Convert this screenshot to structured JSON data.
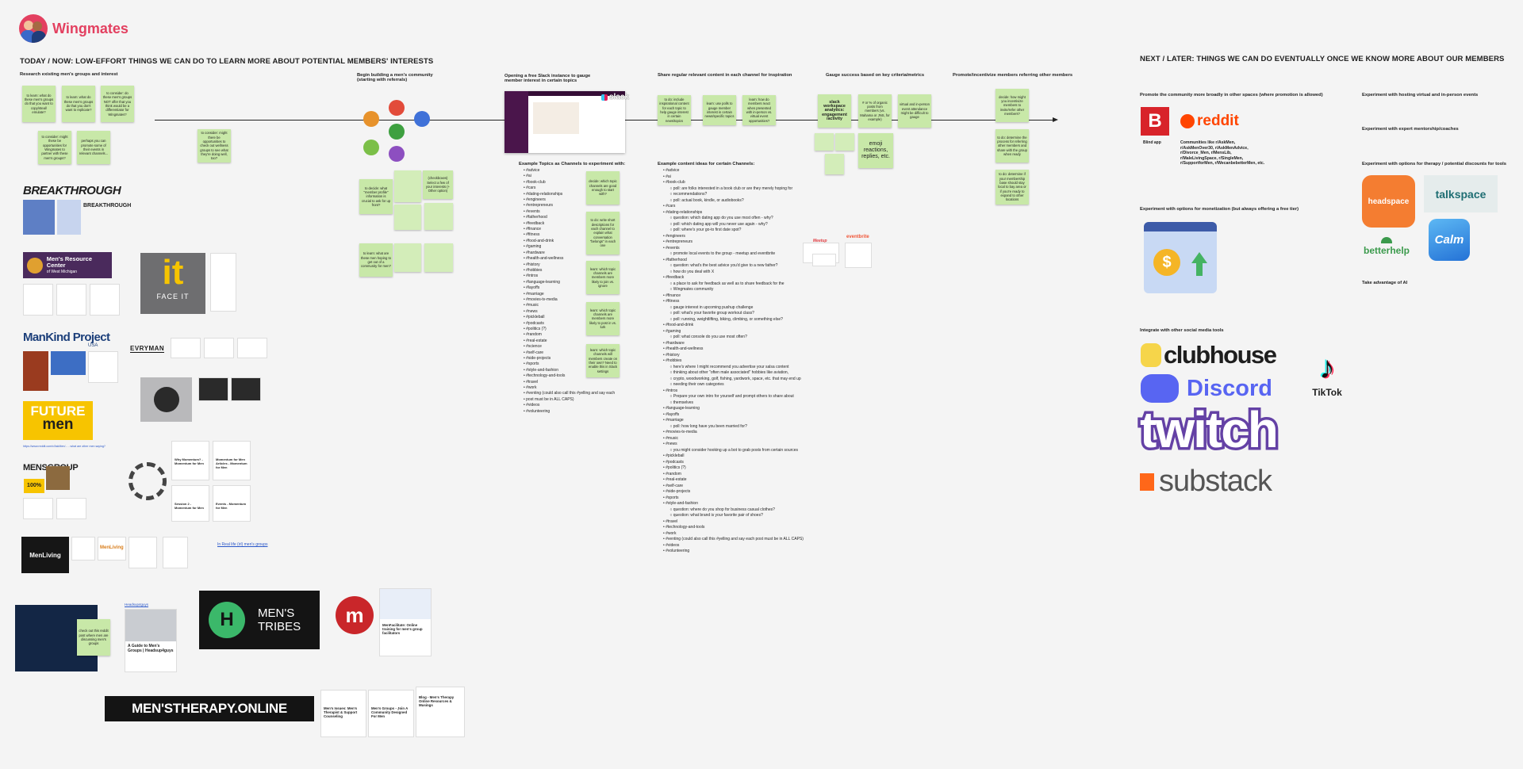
{
  "app": {
    "name": "Wingmates"
  },
  "colors": {
    "brand": "#e34060",
    "sticky": "#c8e8a8",
    "slack": "#4a154b",
    "reddit": "#ff4500",
    "discord": "#5865f2",
    "twitch": "#6441a5",
    "blind": "#d8232a",
    "headspace": "#f47d31",
    "talkspace": "#3e9e9e"
  },
  "left": {
    "heading": "TODAY / NOW: LOW-EFFORT THINGS WE CAN DO TO LEARN MORE ABOUT POTENTIAL MEMBERS' INTERESTS",
    "sections": {
      "research": "Research existing men's groups and interest",
      "build": "Begin building a men's community (starting with referrals)",
      "slack": "Opening a free Slack instance to gauge member interest in certain topics",
      "share": "Share regular relevant content in each channel for inspiration",
      "gauge": "Gauge success based on key criteria/metrics",
      "promote": "Promote/incentivize members referring other members"
    }
  },
  "right": {
    "heading": "NEXT / LATER: THINGS WE CAN DO EVENTUALLY ONCE WE KNOW MORE ABOUT OUR MEMBERS",
    "promote": "Promote the community more broadly in other spaces (where promotion is allowed)",
    "virtual": "Experiment with hosting virtual and in-person events",
    "mentorship": "Experiment with expert mentorship/coaches",
    "therapy": "Experiment with options for therapy / potential discounts for tools",
    "monetization": "Experiment with options for monetization (but always offering a free tier)",
    "ai": "Take advantage of AI",
    "social": "Integrate with other social media tools",
    "blind": "Blind app",
    "communities": "Communities like r/AskMen, r/AskMenOver30, r/AskMenAdvice, r/Divorce_Men, r/MensLib, r/MaleLivingSpace, r/SingleMen, r/SupportforMen, r/WecanbebetterMen, etc.",
    "logos": {
      "reddit": "reddit",
      "headspace": "headspace",
      "talkspace": "talkspace",
      "betterhelp": "betterhelp",
      "calm": "Calm",
      "clubhouse": "clubhouse",
      "discord": "Discord",
      "twitch": "twitch",
      "tiktok": "TikTok",
      "substack": "substack"
    }
  },
  "stickies": {
    "r1": "to learn: what do these men's groups do that you want to copy/steal/ emulate?",
    "r2": "to learn: what do these men's groups do that you don't want to replicate?",
    "r3": "to consider: do these men's groups NOT offer that you think would be a differentiator for Wingmates?",
    "r4": "to consider: might these be opportunities for Wingmates to partner with these men's groups?",
    "r5": "perhaps you can promote some of their events in relevant channels...",
    "r6": "to consider: might there be opportunities to check out wellness groups to see what they're doing well, too?",
    "b1": "to decide: what \"member profile\" information is crucial to ask for up front?",
    "b2": "(checkboxes) Select a few of your interests (+ Other option)",
    "b3": "to learn: what are these men hoping to get out of a community for men?",
    "s1": "decide: which topic channels are good enough to start with?",
    "s2": "to do: write short descriptions for each channel to explain what conversation \"belongs\" in each one",
    "s3": "learn: which topic channels are members more likely to join vs. ignore",
    "s4": "learn: which topic channels are members more likely to post in vs. lurk",
    "s5": "learn: which topic channels will members create on their own? Need to enable this in Slack settings",
    "c1": "to do: include inspirational content for each topic to help gauge interest in certain news/topics",
    "c2": "learn: use polls to gauge member interest in certain news/specific topics",
    "c3": "learn: how do members react when presented with in-person vs. virtual event opportunities?",
    "g1": "slack workspace analytics: engagement /activity",
    "g2": "# or % of organic posts from members (vs. Mahama or JNS, for example)",
    "g3": "virtual and in-person event attendance might be difficult to gauge",
    "g4": "emoji reactions, replies, etc.",
    "p1": "decide: how might you incentivize members to invite/refer other members?",
    "p2": "to do: determine the process for referring other members and share with the group when ready",
    "p3": "to do: determine if your membership base should stay local to bay area or if you're ready to expand to other locations"
  },
  "research": {
    "logos": {
      "breakthrough": "BREAKTHROUGH",
      "mrc": "Men's Resource Center",
      "mrc_sub": "of West Michigan",
      "faceit": "FACE IT",
      "mankind": "ManKind Project",
      "mankind_sub": "USA",
      "evryman": "EVRYMAN",
      "future": "FUTURE",
      "future2": "men",
      "mensgroup": "MENSGROUP",
      "menliving": "MenLiving",
      "menstribes": "MEN'S TRIBES",
      "therapy": "MEN'STHERAPY.ONLINE",
      "badge": "100%"
    },
    "links": {
      "irl": "In Real life (irl) men's groups",
      "reddit": "check out this reddit post where men are discussing men's groups",
      "headsup": "Headsup4guys",
      "urls": "https://www.reddit.com/r/AskMen/... - what are other men saying?"
    },
    "cards": {
      "guide": "A Guide to Men's Groups | Headsup4guys",
      "facilitate": "MenFacilitate: Online training for men's group facilitators",
      "issues": "Men's Issues: Men's Therapist & Support Counseling",
      "groups": "Men's Groups - Join A Community Designed For Men",
      "blog": "Blog - Men's Therapy Online Resources & Musings",
      "mentum": "Why Momentum? - Momentum for Men",
      "mentum2": "Momentum for Men Articles - Momentum for Men",
      "mentum3": "Session 2 - Momentum for Men",
      "mentum4": "Events - Momentum for Men"
    }
  },
  "topics": {
    "heading": "Example Topics as Channels to experiment with:",
    "items": [
      "#advice",
      "#ai",
      "#book-club",
      "#cars",
      "#dating-relationships",
      "#engineers",
      "#entrepreneurs",
      "#events",
      "#fatherhood",
      "#feedback",
      "#finance",
      "#fitness",
      "#food-and-drink",
      "#gaming",
      "#hardware",
      "#health-and-wellness",
      "#history",
      "#hobbies",
      "#intros",
      "#language-learning",
      "#layoffs",
      "#marriage",
      "#movies-tv-media",
      "#music",
      "#news",
      "#pickleball",
      "#podcasts",
      "#politics (?)",
      "#random",
      "#real-estate",
      "#science",
      "#self-care",
      "#side-projects",
      "#sports",
      "#style-and-fashion",
      "#technology-and-tools",
      "#travel",
      "#work",
      "#venting (could also call this #yelling and say each",
      "post must be in ALL CAPS)",
      "#videos",
      "#volunteering"
    ]
  },
  "content": {
    "heading": "Example content ideas for certain Channels:",
    "lines": [
      "#advice",
      "#ai",
      "#book-club",
      "   poll: are folks interested in a book club or are they merely hoping for",
      "   recommendations?",
      "   poll: actual book, kindle, or audiobooks?",
      "#cars",
      "#dating-relationships",
      "   question: which dating app do you use most often - why?",
      "   poll: which dating app will you never use again - why?",
      "   poll: where's your go-to first date spot?",
      "#engineers",
      "#entrepreneurs",
      "#events",
      "   promote local events to the group - meetup and eventbrite",
      "#fatherhood",
      "   question: what's the best advice you'd give to a new father?",
      "   how do you deal with X",
      "#feedback",
      "   a place to ask for feedback as well as to share feedback for the",
      "   Wingmates community",
      "#finance",
      "#fitness",
      "   gauge interest in upcoming pushup challenge",
      "   poll: what's your favorite group workout class?",
      "   poll: running, weightlifting, biking, climbing, or something else?",
      "#food-and-drink",
      "#gaming",
      "   poll: what console do you use most often?",
      "#hardware",
      "#health-and-wellness",
      "#history",
      "#hobbies",
      "   here's where I might recommend you advertise your salsa content",
      "   thinking about other \"often male associated\" hobbies like aviation,",
      "   crypto, woodworking, golf, fishing, yardwork, space, etc. that may end up",
      "   needing their own categories",
      "#intros",
      "   Prepare your own intro for yourself and prompt others to share about",
      "   themselves",
      "#language-learning",
      "#layoffs",
      "#marriage",
      "   poll: how long have you been married for?",
      "#movies-tv-media",
      "#music",
      "#news",
      "   you might consider hooking up a bot to grab posts from certain sources",
      "#pickleball",
      "#podcasts",
      "#politics (?)",
      "#random",
      "#real-estate",
      "#self-care",
      "#side-projects",
      "#sports",
      "#style-and-fashion",
      "   question: where do you shop for business casual clothes?",
      "   question: what brand is your favorite pair of shoes?",
      "#travel",
      "#technology-and-tools",
      "#work",
      "#venting (could also call this #yelling and say each post must be in ALL CAPS)",
      "#videos",
      "#volunteering"
    ],
    "meetup": "Meetup",
    "eventbrite": "eventbrite"
  },
  "slack_logo": "slack"
}
